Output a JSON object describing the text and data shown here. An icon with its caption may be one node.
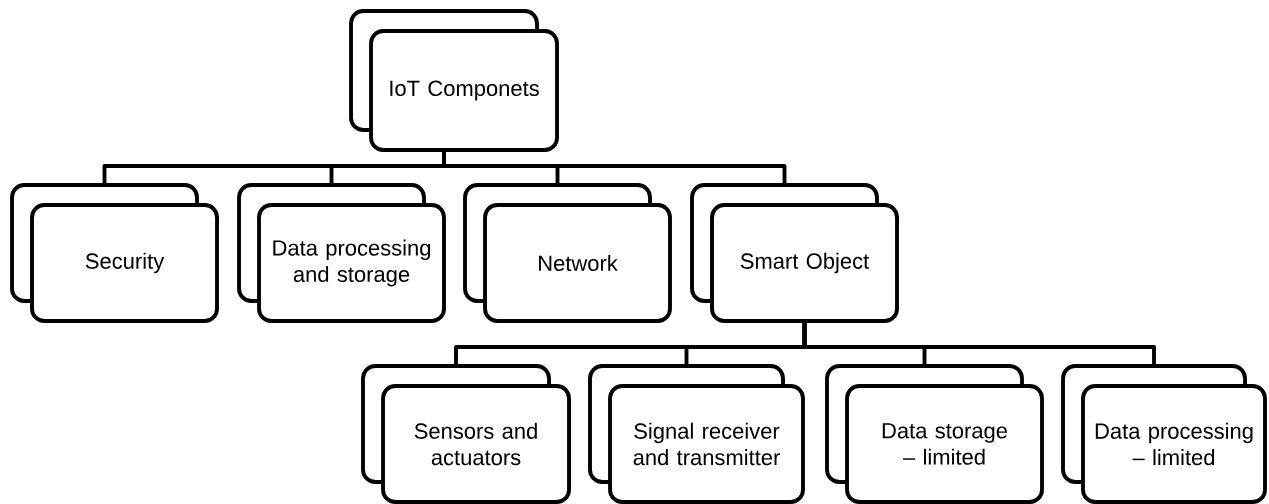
{
  "diagram": {
    "nodes": [
      {
        "text": [
          "IoT Componets"
        ]
      },
      {
        "text": [
          "Security"
        ]
      },
      {
        "text": [
          "Data processing and storage"
        ]
      },
      {
        "text": [
          "Network"
        ]
      },
      {
        "text": [
          "Smart Object"
        ]
      },
      {
        "text": [
          "Sensors and actuators"
        ]
      },
      {
        "text": [
          "Signal receiver and transmitter"
        ]
      },
      {
        "text": [
          "Data storage – limited"
        ]
      },
      {
        "text": [
          "Data processing – limited"
        ]
      }
    ],
    "edges": [
      {
        "from": 0,
        "to": 1,
        "arrow": "none"
      },
      {
        "from": 0,
        "to": 2,
        "arrow": "none"
      },
      {
        "from": 0,
        "to": 3,
        "arrow": "none"
      },
      {
        "from": 0,
        "to": 4,
        "arrow": "none"
      },
      {
        "from": 4,
        "to": 5,
        "arrow": "none"
      },
      {
        "from": 4,
        "to": 6,
        "arrow": "none"
      },
      {
        "from": 4,
        "to": 7,
        "arrow": "none"
      },
      {
        "from": 4,
        "to": 8,
        "arrow": "none"
      }
    ]
  }
}
